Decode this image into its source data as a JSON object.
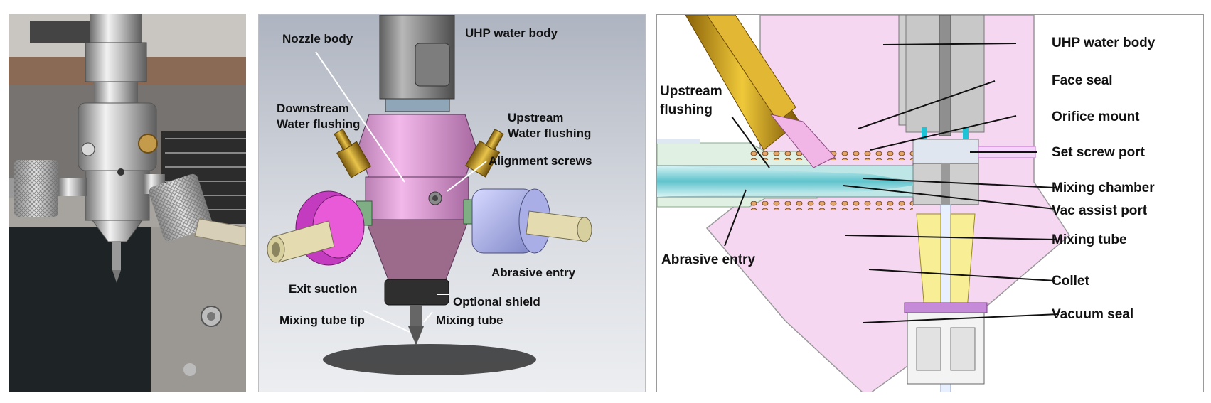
{
  "figure": {
    "render_labels": {
      "uhp_water_body": "UHP water body",
      "nozzle_body": "Nozzle body",
      "downstream_flushing": [
        "Downstream",
        "Water flushing"
      ],
      "upstream_flushing": [
        "Upstream",
        "Water flushing"
      ],
      "alignment_screws": "Alignment screws",
      "abrasive_entry": "Abrasive entry",
      "exit_suction": "Exit suction",
      "optional_shield": "Optional shield",
      "mixing_tube_tip": "Mixing tube tip",
      "mixing_tube": "Mixing tube"
    },
    "section_labels": {
      "uhp_water_body": "UHP water body",
      "face_seal": "Face seal",
      "orifice_mount": "Orifice mount",
      "set_screw_port": "Set screw port",
      "mixing_chamber": "Mixing chamber",
      "vac_assist_port": "Vac assist port",
      "mixing_tube": "Mixing tube",
      "collet": "Collet",
      "vacuum_seal": "Vacuum seal",
      "upstream_flushing": [
        "Upstream",
        "flushing"
      ],
      "abrasive_entry": "Abrasive entry"
    }
  }
}
